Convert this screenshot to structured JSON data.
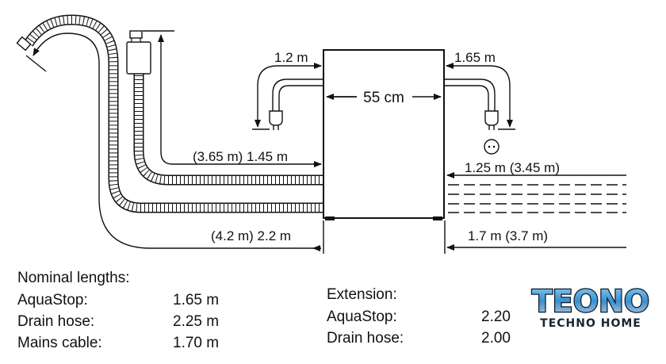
{
  "dimensions": {
    "cable_left": "1.2 m",
    "cable_right": "1.65 m",
    "width": "55 cm",
    "inlet_left": "(3.65 m) 1.45 m",
    "inlet_right": "1.25 m (3.45 m)",
    "drain_left": "(4.2 m) 2.2 m",
    "drain_right": "1.7 m (3.7 m)"
  },
  "nominal": {
    "heading": "Nominal lengths:",
    "rows": [
      {
        "label": "AquaStop:",
        "value": "1.65 m"
      },
      {
        "label": "Drain hose:",
        "value": "2.25 m"
      },
      {
        "label": "Mains cable:",
        "value": "1.70 m"
      }
    ]
  },
  "extension": {
    "heading": "Extension:",
    "rows": [
      {
        "label": "AquaStop:",
        "value": "2.20"
      },
      {
        "label": "Drain hose:",
        "value": "2.00"
      }
    ]
  },
  "logo": {
    "brand": "TEONO",
    "tagline": "TECHNO HOME",
    "color": "#3a8fd0"
  }
}
